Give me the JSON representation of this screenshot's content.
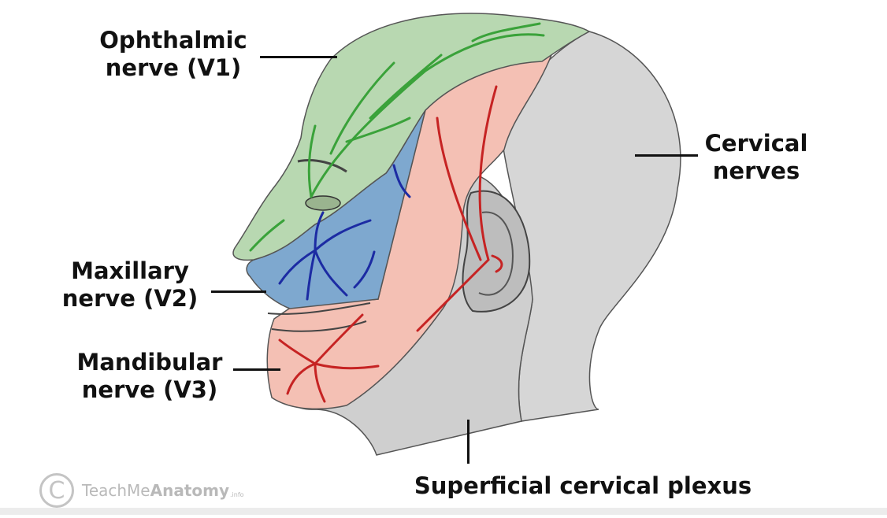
{
  "labels": {
    "ophthalmic": {
      "line1": "Ophthalmic",
      "line2": "nerve (V1)"
    },
    "maxillary": {
      "line1": "Maxillary",
      "line2": "nerve (V2)"
    },
    "mandibular": {
      "line1": "Mandibular",
      "line2": "nerve (V3)"
    },
    "cervical": {
      "line1": "Cervical",
      "line2": "nerves"
    },
    "plexus": "Superficial cervical plexus"
  },
  "watermark": {
    "symbol": "C",
    "brand_light": "TeachMe",
    "brand_bold": "Anatomy",
    "suffix": ".info"
  },
  "colors": {
    "ophthalmic_region": "#b8d8b1",
    "ophthalmic_nerve": "#3aa23a",
    "maxillary_region": "#7ea8cf",
    "maxillary_nerve": "#1c2ba3",
    "mandibular_region": "#f4c0b4",
    "mandibular_nerve": "#c62323",
    "cervical_region": "#d3d3d3",
    "outline": "#444444"
  }
}
